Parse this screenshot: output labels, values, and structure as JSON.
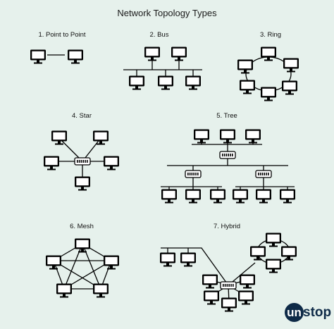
{
  "title": "Network Topology Types",
  "sections": [
    {
      "id": "p2p",
      "label": "1. Point to Point"
    },
    {
      "id": "bus",
      "label": "2. Bus"
    },
    {
      "id": "ring",
      "label": "3. Ring"
    },
    {
      "id": "star",
      "label": "4. Star"
    },
    {
      "id": "tree",
      "label": "5. Tree"
    },
    {
      "id": "mesh",
      "label": "6. Mesh"
    },
    {
      "id": "hybrid",
      "label": "7. Hybrid"
    }
  ],
  "logo": {
    "circle": "un",
    "rest": "stop"
  },
  "colors": {
    "background": "#e6f1ec",
    "device": "#000000",
    "screen": "#ffffff",
    "logo": "#0e2a47"
  }
}
